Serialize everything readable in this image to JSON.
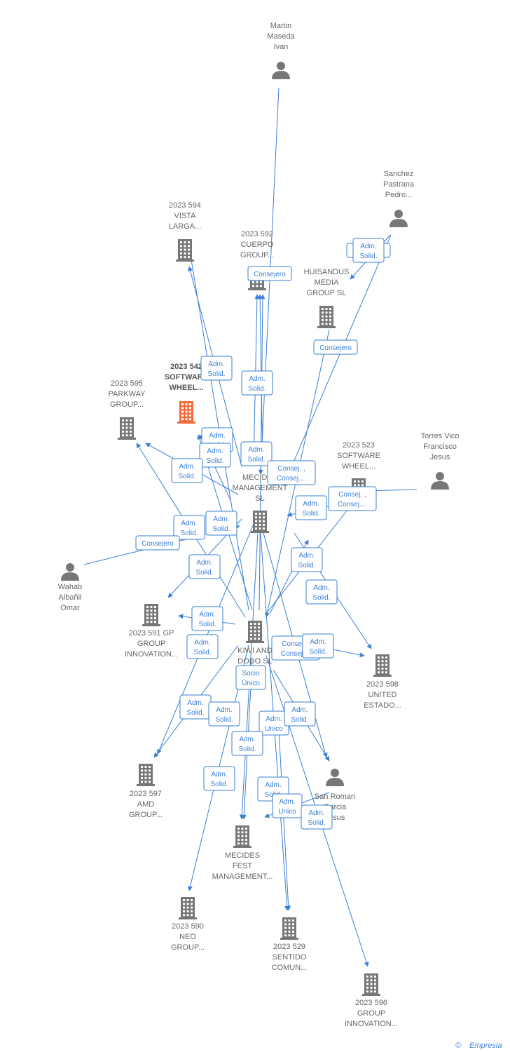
{
  "colors": {
    "edge": "#3a7fd5",
    "node": "#777777",
    "focus": "#f26b3a"
  },
  "nodes": [
    {
      "id": "martin",
      "kind": "person",
      "lines": [
        "Martin",
        "Maseda",
        "Ivan"
      ],
      "icon": "person-icon"
    },
    {
      "id": "sanchez",
      "kind": "person",
      "lines": [
        "Sanchez",
        "Pastrana",
        "Pedro..."
      ],
      "icon": "person-icon"
    },
    {
      "id": "c594",
      "kind": "company",
      "lines": [
        "2023 594",
        "VISTA",
        "LARGA..."
      ],
      "icon": "building-icon"
    },
    {
      "id": "c592",
      "kind": "company",
      "lines": [
        "2023 592",
        "CUERPO",
        "GROUP..."
      ],
      "icon": "building-icon"
    },
    {
      "id": "huisandus",
      "kind": "company",
      "lines": [
        "HUISANDUS",
        "MEDIA",
        "GROUP  SL"
      ],
      "icon": "building-icon"
    },
    {
      "id": "c542",
      "kind": "company",
      "focus": true,
      "lines": [
        "2023 542",
        "SOFTWARE",
        "WHEEL..."
      ],
      "icon": "building-icon"
    },
    {
      "id": "c595",
      "kind": "company",
      "lines": [
        "2023 595",
        "PARKWAY",
        "GROUP..."
      ],
      "icon": "building-icon"
    },
    {
      "id": "torres",
      "kind": "person",
      "lines": [
        "Torres Vico",
        "Francisco",
        "Jesus"
      ],
      "icon": "person-icon"
    },
    {
      "id": "c523",
      "kind": "company",
      "lines": [
        "2023 523",
        "SOFTWARE",
        "WHEEL..."
      ],
      "icon": "building-icon"
    },
    {
      "id": "mecides_mgmt",
      "kind": "company",
      "lines": [
        "MECIDES",
        "MANAGEMENT",
        "SL"
      ],
      "icon": "building-icon"
    },
    {
      "id": "wahab",
      "kind": "person",
      "lines": [
        "Wahab",
        "Albañil",
        "Omar"
      ],
      "icon": "person-icon"
    },
    {
      "id": "c591",
      "kind": "company",
      "lines": [
        "2023 591 GP",
        "GROUP",
        "INNOVATION..."
      ],
      "icon": "building-icon"
    },
    {
      "id": "kiwi",
      "kind": "company",
      "lines": [
        "KIWI AND",
        "DODO  SL"
      ],
      "icon": "building-icon"
    },
    {
      "id": "c598",
      "kind": "company",
      "lines": [
        "2023 598",
        "UNITED",
        "ESTADO..."
      ],
      "icon": "building-icon"
    },
    {
      "id": "c597",
      "kind": "company",
      "lines": [
        "2023 597",
        "AMD",
        "GROUP..."
      ],
      "icon": "building-icon"
    },
    {
      "id": "sanroman",
      "kind": "person",
      "lines": [
        "San Roman",
        "Garcia",
        "Jesus"
      ],
      "icon": "person-icon"
    },
    {
      "id": "mecides_fest",
      "kind": "company",
      "lines": [
        "MECIDES",
        "FEST",
        "MANAGEMENT..."
      ],
      "icon": "building-icon"
    },
    {
      "id": "c590",
      "kind": "company",
      "lines": [
        "2023 590",
        "NEO",
        "GROUP..."
      ],
      "icon": "building-icon"
    },
    {
      "id": "c529",
      "kind": "company",
      "lines": [
        "2023 529",
        "SENTIDO",
        "COMUN..."
      ],
      "icon": "building-icon"
    },
    {
      "id": "c596",
      "kind": "company",
      "lines": [
        "2023 596",
        "GROUP",
        "INNOVATION..."
      ],
      "icon": "building-icon"
    }
  ],
  "badges": [
    {
      "lines": [
        "Consejero"
      ]
    },
    {
      "lines": [
        "Consejero"
      ]
    },
    {
      "lines": [
        "Consejero"
      ]
    },
    {
      "lines": [
        "Adm.",
        "Solid."
      ]
    },
    {
      "lines": [
        "Adm.",
        "Solid."
      ]
    },
    {
      "lines": [
        "Adm.",
        "Solid."
      ]
    },
    {
      "lines": [
        "Adm.",
        "Solid."
      ]
    },
    {
      "lines": [
        "Adm.",
        "Solid."
      ]
    },
    {
      "lines": [
        "Adm.",
        "Solid."
      ]
    },
    {
      "lines": [
        "Consej. ,",
        "Consej...."
      ]
    },
    {
      "lines": [
        "Consej. ,",
        "Consej...."
      ]
    },
    {
      "lines": [
        "Adm.",
        "Solid."
      ]
    },
    {
      "lines": [
        "Adm.",
        "Solid."
      ]
    },
    {
      "lines": [
        "Adm.",
        "Solid."
      ]
    },
    {
      "lines": [
        "Consejero"
      ]
    },
    {
      "lines": [
        "Adm.",
        "Solid."
      ]
    },
    {
      "lines": [
        "Adm.",
        "Solid."
      ]
    },
    {
      "lines": [
        "Adm.",
        "Solid."
      ]
    },
    {
      "lines": [
        "Adm.",
        "Solid."
      ]
    },
    {
      "lines": [
        "Adm.",
        "Solid."
      ]
    },
    {
      "lines": [
        "Consej. ,",
        "Consej...."
      ]
    },
    {
      "lines": [
        "Adm.",
        "Solid."
      ]
    },
    {
      "lines": [
        "Socio",
        "Único"
      ]
    },
    {
      "lines": [
        "Adm.",
        "Solid."
      ]
    },
    {
      "lines": [
        "Adm.",
        "Solid."
      ]
    },
    {
      "lines": [
        "Adm.",
        "Unico"
      ]
    },
    {
      "lines": [
        "Adm.",
        "Solid."
      ]
    },
    {
      "lines": [
        "Adm.",
        "Solid."
      ]
    },
    {
      "lines": [
        "Adm.",
        "Solid."
      ]
    },
    {
      "lines": [
        "Adm.",
        "Solid."
      ]
    },
    {
      "lines": [
        "Adm.",
        "Unico"
      ]
    },
    {
      "lines": [
        "Adm.",
        "Solid."
      ]
    },
    {
      "lines": [
        "Adm.",
        "Solid."
      ]
    }
  ],
  "footer": {
    "copyright": "©",
    "brand": "Empresia"
  }
}
